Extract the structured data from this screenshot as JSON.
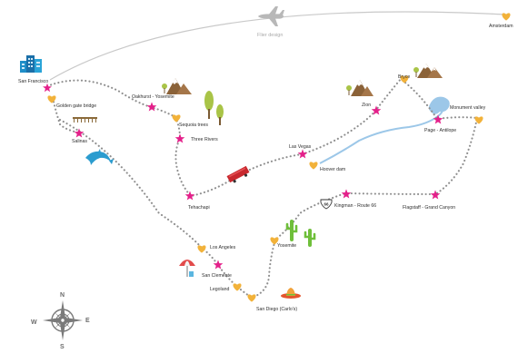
{
  "colors": {
    "heart": "#f2b23a",
    "star": "#e4208a",
    "route": "#8f8f8f",
    "river": "#9cc7e8",
    "flight": "#c7c7c7"
  },
  "flight": {
    "label": "Flier design",
    "icon": "airplane-icon"
  },
  "places": [
    {
      "id": "amsterdam",
      "label": "Amsterdam",
      "marker": "heart"
    },
    {
      "id": "san-francisco",
      "label": "San Francisco",
      "marker": "none",
      "icon": "city-buildings-icon"
    },
    {
      "id": "golden-gate",
      "label": "Golden gate bridge",
      "marker": "heart",
      "icon": "bridge-icon"
    },
    {
      "id": "salinas",
      "label": "Salinas",
      "marker": "star",
      "icon": "dolphin-icon"
    },
    {
      "id": "oakhurst",
      "label": "Oakhurst - Yosemite",
      "marker": "star",
      "icon": "mountains-icon"
    },
    {
      "id": "sequoia",
      "label": "Sequoia trees",
      "marker": "heart",
      "icon": "trees-icon"
    },
    {
      "id": "three-rivers",
      "label": "Three Rivers",
      "marker": "star"
    },
    {
      "id": "tehachapi",
      "label": "Tehachapi",
      "marker": "star",
      "icon": "train-wagon-icon"
    },
    {
      "id": "las-vegas",
      "label": "Las Vegas",
      "marker": "star"
    },
    {
      "id": "hoover-dam",
      "label": "Hoover dam",
      "marker": "heart"
    },
    {
      "id": "zion",
      "label": "Zion",
      "marker": "star",
      "icon": "mountains-icon"
    },
    {
      "id": "bryce",
      "label": "Bryce",
      "marker": "heart",
      "icon": "mountains-icon"
    },
    {
      "id": "page",
      "label": "Page - Antilope",
      "marker": "star",
      "icon": "lake-icon"
    },
    {
      "id": "monument-valley",
      "label": "Monument valley",
      "marker": "heart"
    },
    {
      "id": "flagstaff",
      "label": "Flagstaff - Grand Canyon",
      "marker": "star"
    },
    {
      "id": "kingman",
      "label": "Kingman - Route 66",
      "marker": "star",
      "icon": "route-66-sign-icon"
    },
    {
      "id": "yosemite-2",
      "label": "Yosemite",
      "marker": "heart",
      "icon": "cactus-icon"
    },
    {
      "id": "los-angeles",
      "label": "Los Angeles",
      "marker": "heart",
      "icon": "beach-umbrella-icon"
    },
    {
      "id": "san-clemente",
      "label": "San Clemente",
      "marker": "star"
    },
    {
      "id": "legoland",
      "label": "Legoland",
      "marker": "heart"
    },
    {
      "id": "san-diego",
      "label": "San Diego (Carlo's)",
      "marker": "heart",
      "icon": "sombrero-icon"
    }
  ],
  "compass": {
    "n": "N",
    "s": "S",
    "e": "E",
    "w": "W"
  }
}
